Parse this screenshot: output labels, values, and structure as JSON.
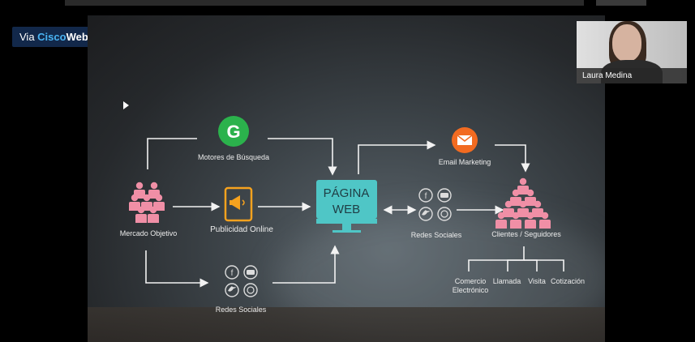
{
  "badge": {
    "prefix": "Via ",
    "cisco": "Cisco",
    "webex": "Webex"
  },
  "participant": {
    "name": "Laura Medina"
  },
  "diagram": {
    "center": {
      "line1": "PÁGINA",
      "line2": "WEB"
    },
    "nodes": {
      "mercado": "Mercado Objetivo",
      "motores": "Motores de Búsqueda",
      "publicidad": "Publicidad Online",
      "redes_bottom": "Redes Sociales",
      "email": "Email Marketing",
      "redes_right": "Redes Sociales",
      "clientes": "Clientes / Seguidores"
    },
    "outcomes": [
      {
        "line1": "Comercio",
        "line2": "Electrónico"
      },
      {
        "line1": "Llamada",
        "line2": ""
      },
      {
        "line1": "Visita",
        "line2": ""
      },
      {
        "line1": "Cotización",
        "line2": ""
      }
    ],
    "icons": {
      "google_letter": "G",
      "facebook_letter": "f"
    },
    "colors": {
      "pink": "#f08fa6",
      "green": "#2bb24c",
      "orange": "#f26b21",
      "teal": "#4fc6c6",
      "amber": "#f6a21e"
    }
  }
}
